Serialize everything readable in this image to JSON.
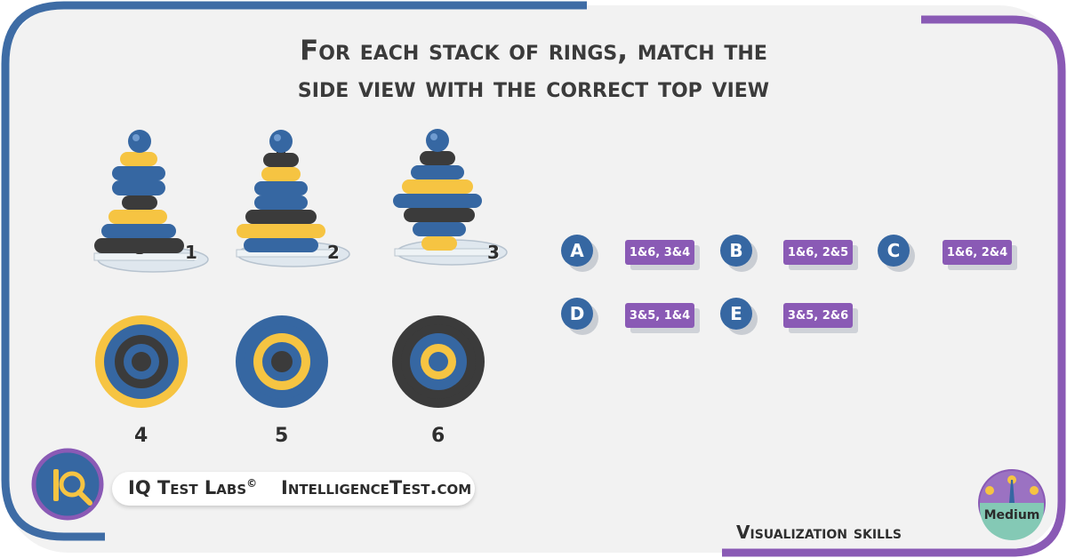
{
  "title": {
    "line1": "For each stack of rings, match the",
    "line2": "side view with the correct top view"
  },
  "stacks": [
    {
      "label": "1"
    },
    {
      "label": "2"
    },
    {
      "label": "3"
    }
  ],
  "top_views": [
    {
      "label": "4"
    },
    {
      "label": "5"
    },
    {
      "label": "6"
    }
  ],
  "options": [
    {
      "letter": "A",
      "value": "1&6, 3&4"
    },
    {
      "letter": "B",
      "value": "1&6, 2&5"
    },
    {
      "letter": "C",
      "value": "1&6, 2&4"
    },
    {
      "letter": "D",
      "value": "3&5, 1&4"
    },
    {
      "letter": "E",
      "value": "3&5, 2&6"
    }
  ],
  "brand": {
    "name": "IQ Test Labs",
    "copyright": "©",
    "site": "IntelligenceTest.com",
    "logo_icon": "magnifier-logo-icon"
  },
  "skill": "Visualization skills",
  "difficulty": {
    "label": "Medium",
    "icon": "difficulty-gauge-icon"
  },
  "colors": {
    "blue": "#3667a2",
    "yellow": "#f6c442",
    "dark": "#3b3b3b",
    "purple": "#8a5ab5",
    "background": "#f2f2f2"
  }
}
